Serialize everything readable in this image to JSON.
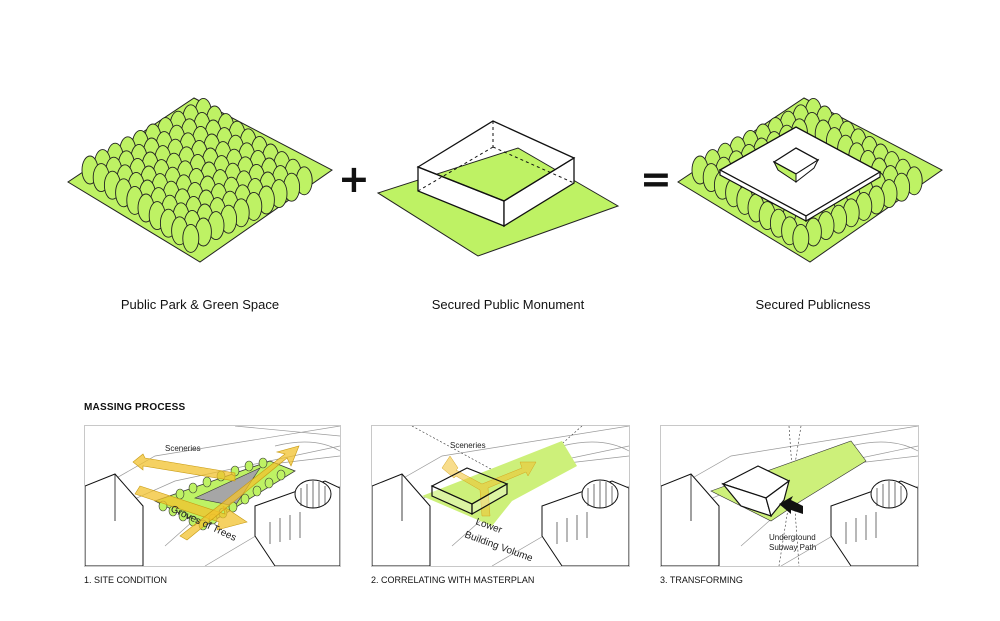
{
  "colors": {
    "green": "#bef264",
    "green_panel": "#cdf07a",
    "outline": "#111111",
    "arrow_yellow": "#f2c12e",
    "gray_fill": "#a6a6a6"
  },
  "top": {
    "items": [
      {
        "label": "Public Park & Green Space"
      },
      {
        "label": "Secured Public Monument"
      },
      {
        "label": "Secured Publicness"
      }
    ],
    "plus_symbol": "+",
    "equals_symbol": "="
  },
  "massing": {
    "title": "MASSING PROCESS",
    "panels": [
      {
        "caption": "1. SITE CONDITION",
        "annotations": {
          "sceneries": "Sceneries",
          "groves": "Groves of Trees"
        }
      },
      {
        "caption": "2. CORRELATING WITH MASTERPLAN",
        "annotations": {
          "sceneries": "Sceneries",
          "lower": "Lower",
          "building_volume": "Building Volume"
        }
      },
      {
        "caption": "3. TRANSFORMING",
        "annotations": {
          "underground": "Underground",
          "subway_path": "Subway Path"
        }
      }
    ]
  }
}
